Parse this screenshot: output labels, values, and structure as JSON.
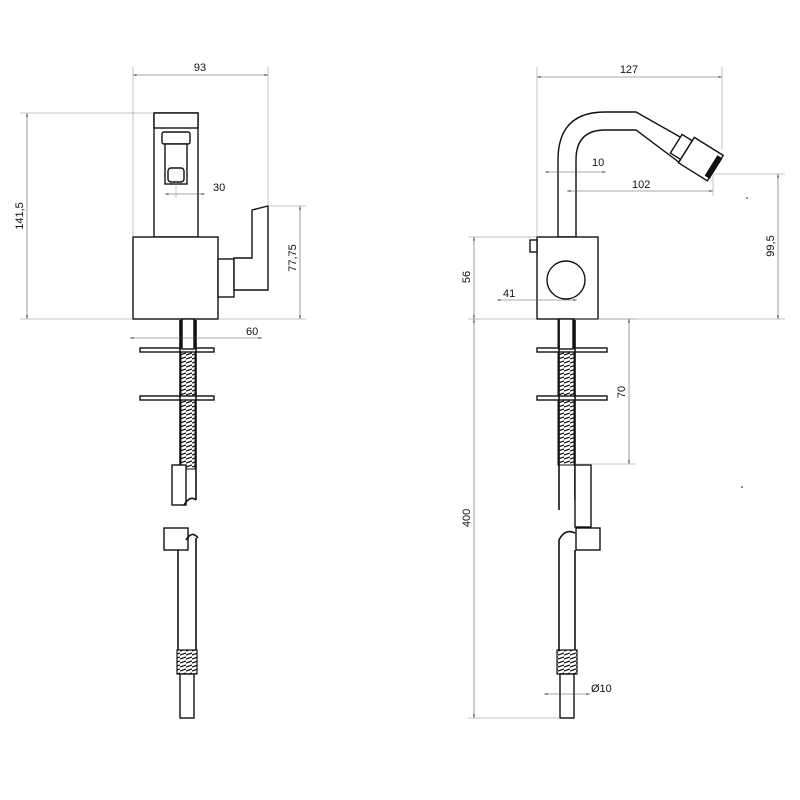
{
  "front_view": {
    "width_overall": "93",
    "height_overall": "141,5",
    "spout_offset": "30",
    "handle_height": "77,75",
    "base_shank": "60"
  },
  "side_view": {
    "reach": "127",
    "spout_offset": "10",
    "spout_projection": "102",
    "spout_height": "99,5",
    "body_height": "56",
    "body_depth": "41",
    "washer_spacing": "70",
    "hose_length": "400",
    "hose_diameter": "Ø10"
  }
}
